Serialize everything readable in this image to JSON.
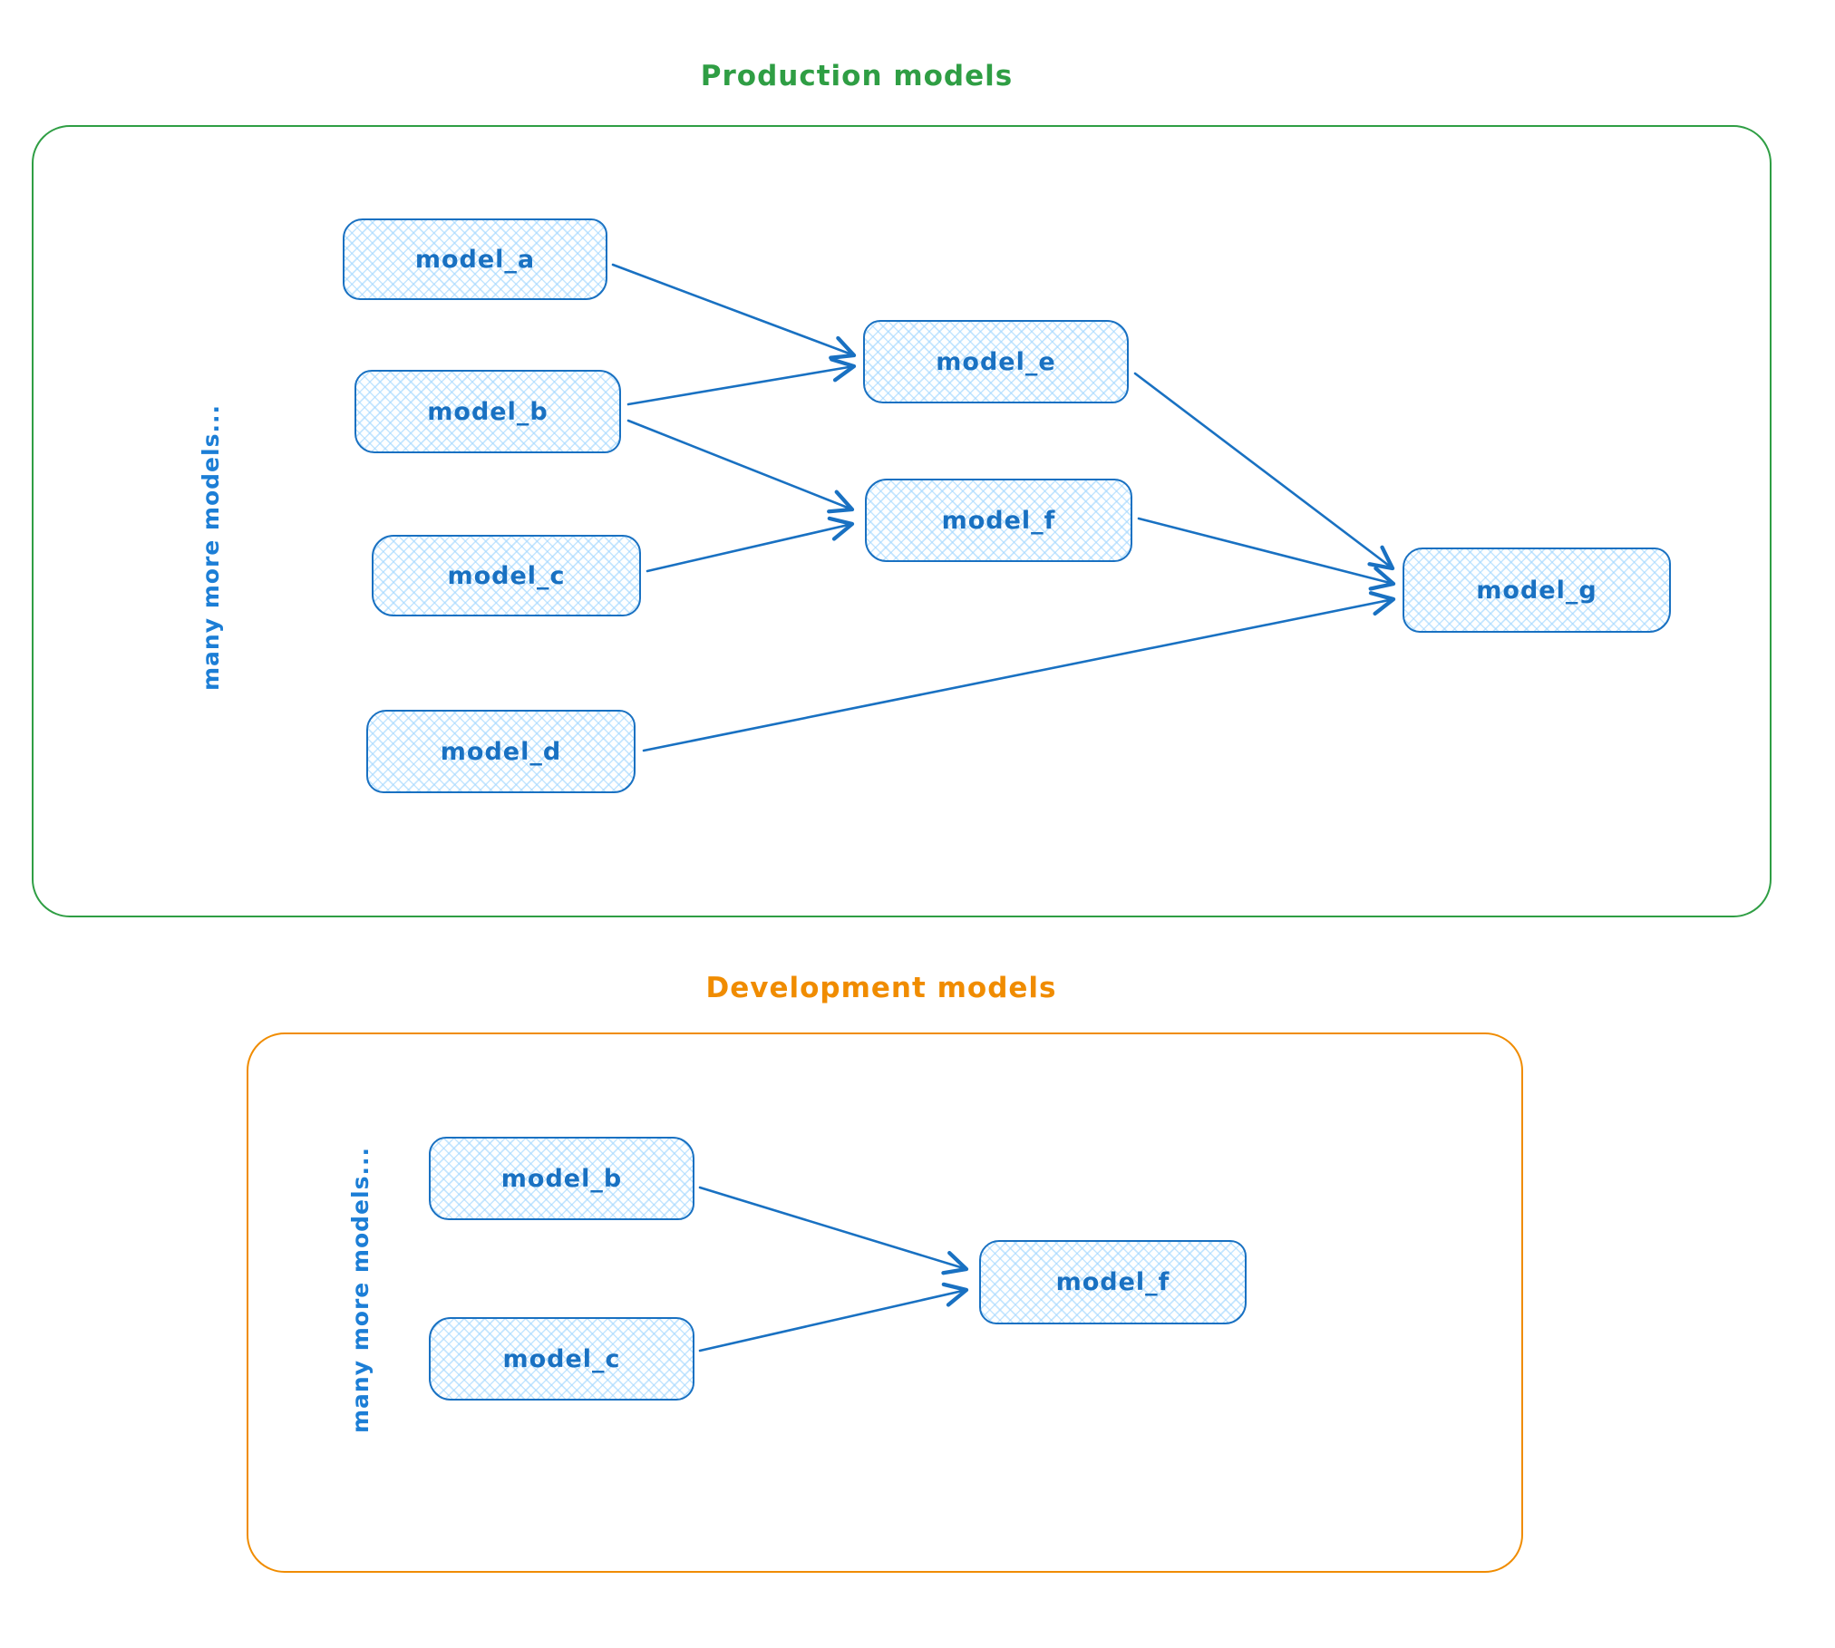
{
  "production": {
    "title": "Production models",
    "side_label": "many more models...",
    "nodes": {
      "a": {
        "label": "model_a"
      },
      "b": {
        "label": "model_b"
      },
      "c": {
        "label": "model_c"
      },
      "d": {
        "label": "model_d"
      },
      "e": {
        "label": "model_e"
      },
      "f": {
        "label": "model_f"
      },
      "g": {
        "label": "model_g"
      }
    },
    "edges": [
      {
        "from": "model_a",
        "to": "model_e"
      },
      {
        "from": "model_b",
        "to": "model_e"
      },
      {
        "from": "model_b",
        "to": "model_f"
      },
      {
        "from": "model_c",
        "to": "model_f"
      },
      {
        "from": "model_e",
        "to": "model_g"
      },
      {
        "from": "model_f",
        "to": "model_g"
      },
      {
        "from": "model_d",
        "to": "model_g"
      }
    ]
  },
  "development": {
    "title": "Development models",
    "side_label": "many more models...",
    "nodes": {
      "b": {
        "label": "model_b"
      },
      "c": {
        "label": "model_c"
      },
      "f": {
        "label": "model_f"
      }
    },
    "edges": [
      {
        "from": "model_b",
        "to": "model_f"
      },
      {
        "from": "model_c",
        "to": "model_f"
      }
    ]
  },
  "colors": {
    "production_accent": "#2f9e44",
    "development_accent": "#f08c00",
    "node_stroke": "#1971c2",
    "node_fill_hatch": "#a5d8ff",
    "background": "#ffffff"
  }
}
